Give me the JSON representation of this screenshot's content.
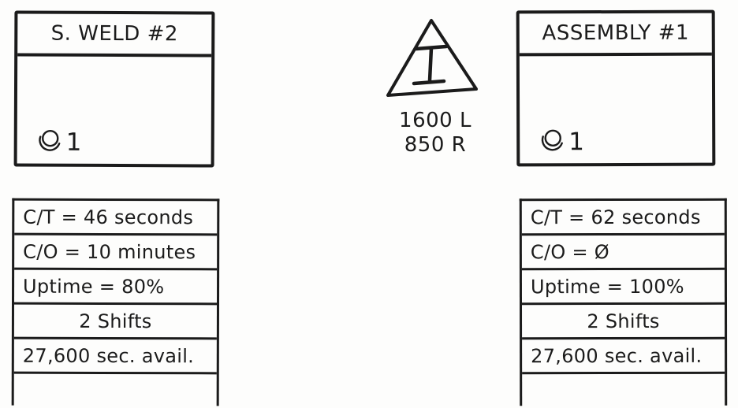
{
  "page": {
    "background": "#fdfdfc",
    "ink": "#1b1b1b"
  },
  "process_left": {
    "title": "S. WELD #2",
    "operator_icon": "operator-icon",
    "operator_count": "1",
    "data_rows": [
      "C/T = 46 seconds",
      "C/O =  10 minutes",
      "Uptime = 80%",
      "2 Shifts",
      "27,600 sec. avail."
    ]
  },
  "inventory": {
    "icon": "inventory-triangle-I-icon",
    "line1": "1600 L",
    "line2": "850 R"
  },
  "process_right": {
    "title": "ASSEMBLY #1",
    "operator_icon": "operator-icon",
    "operator_count": "1",
    "data_rows": [
      "C/T = 62 seconds",
      "C/O = Ø",
      "Uptime = 100%",
      "2 Shifts",
      "27,600 sec. avail."
    ]
  }
}
